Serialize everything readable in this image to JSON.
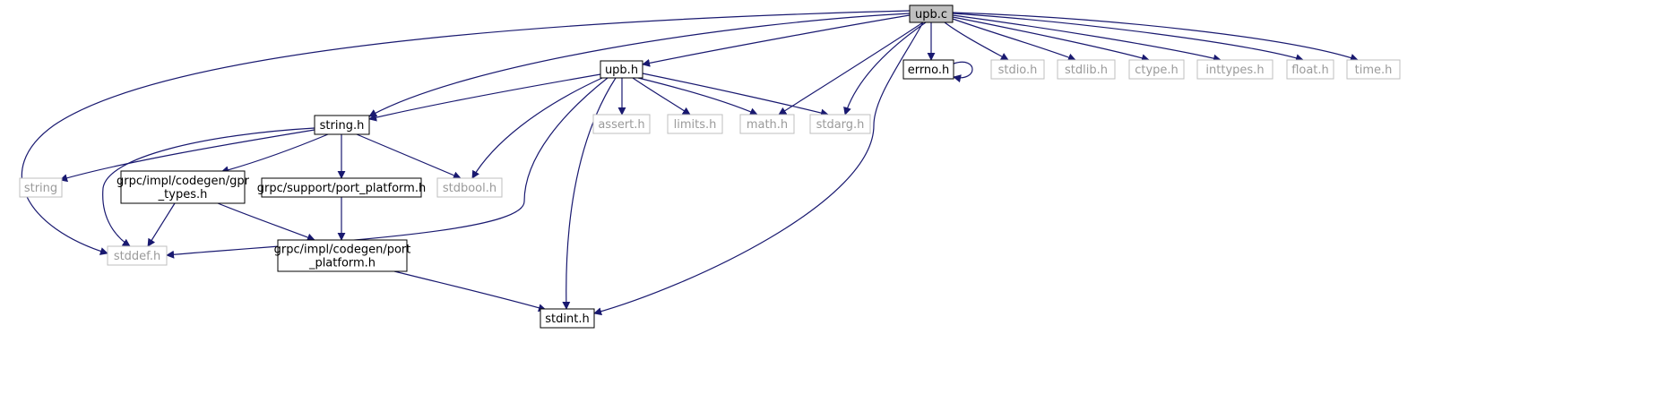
{
  "colors": {
    "edge": "#191970",
    "node_border": "#000000",
    "external_border": "#bfbfbf",
    "external_text": "#9a9a9a",
    "root_fill": "#bfbfbf",
    "background": "#ffffff"
  },
  "nodes": [
    {
      "id": "upb_c",
      "label": [
        "upb.c"
      ],
      "kind": "root"
    },
    {
      "id": "upb_h",
      "label": [
        "upb.h"
      ],
      "kind": "file"
    },
    {
      "id": "errno_h",
      "label": [
        "errno.h"
      ],
      "kind": "file"
    },
    {
      "id": "stdio_h",
      "label": [
        "stdio.h"
      ],
      "kind": "external"
    },
    {
      "id": "stdlib_h",
      "label": [
        "stdlib.h"
      ],
      "kind": "external"
    },
    {
      "id": "ctype_h",
      "label": [
        "ctype.h"
      ],
      "kind": "external"
    },
    {
      "id": "inttypes_h",
      "label": [
        "inttypes.h"
      ],
      "kind": "external"
    },
    {
      "id": "float_h",
      "label": [
        "float.h"
      ],
      "kind": "external"
    },
    {
      "id": "time_h",
      "label": [
        "time.h"
      ],
      "kind": "external"
    },
    {
      "id": "string_h",
      "label": [
        "string.h"
      ],
      "kind": "file"
    },
    {
      "id": "assert_h",
      "label": [
        "assert.h"
      ],
      "kind": "external"
    },
    {
      "id": "limits_h",
      "label": [
        "limits.h"
      ],
      "kind": "external"
    },
    {
      "id": "math_h",
      "label": [
        "math.h"
      ],
      "kind": "external"
    },
    {
      "id": "stdarg_h",
      "label": [
        "stdarg.h"
      ],
      "kind": "external"
    },
    {
      "id": "string",
      "label": [
        "string"
      ],
      "kind": "external"
    },
    {
      "id": "gpr_types_h",
      "label": [
        "grpc/impl/codegen/gpr",
        "_types.h"
      ],
      "kind": "file"
    },
    {
      "id": "support_port_platform_h",
      "label": [
        "grpc/support/port_platform.h"
      ],
      "kind": "file"
    },
    {
      "id": "stdbool_h",
      "label": [
        "stdbool.h"
      ],
      "kind": "external"
    },
    {
      "id": "stddef_h",
      "label": [
        "stddef.h"
      ],
      "kind": "external"
    },
    {
      "id": "codegen_port_platform_h",
      "label": [
        "grpc/impl/codegen/port",
        "_platform.h"
      ],
      "kind": "file"
    },
    {
      "id": "stdint_h",
      "label": [
        "stdint.h"
      ],
      "kind": "file"
    }
  ],
  "edges": [
    {
      "from": "upb_c",
      "to": "upb_h"
    },
    {
      "from": "upb_c",
      "to": "errno_h"
    },
    {
      "from": "upb_c",
      "to": "stdio_h"
    },
    {
      "from": "upb_c",
      "to": "stdlib_h"
    },
    {
      "from": "upb_c",
      "to": "ctype_h"
    },
    {
      "from": "upb_c",
      "to": "inttypes_h"
    },
    {
      "from": "upb_c",
      "to": "float_h"
    },
    {
      "from": "upb_c",
      "to": "time_h"
    },
    {
      "from": "upb_c",
      "to": "string_h"
    },
    {
      "from": "upb_c",
      "to": "math_h"
    },
    {
      "from": "upb_c",
      "to": "stdarg_h"
    },
    {
      "from": "upb_c",
      "to": "stddef_h"
    },
    {
      "from": "upb_c",
      "to": "stdint_h"
    },
    {
      "from": "errno_h",
      "to": "errno_h"
    },
    {
      "from": "upb_h",
      "to": "string_h"
    },
    {
      "from": "upb_h",
      "to": "assert_h"
    },
    {
      "from": "upb_h",
      "to": "limits_h"
    },
    {
      "from": "upb_h",
      "to": "math_h"
    },
    {
      "from": "upb_h",
      "to": "stdarg_h"
    },
    {
      "from": "upb_h",
      "to": "stdbool_h"
    },
    {
      "from": "upb_h",
      "to": "stddef_h"
    },
    {
      "from": "upb_h",
      "to": "stdint_h"
    },
    {
      "from": "string_h",
      "to": "string"
    },
    {
      "from": "string_h",
      "to": "gpr_types_h"
    },
    {
      "from": "string_h",
      "to": "support_port_platform_h"
    },
    {
      "from": "string_h",
      "to": "stdbool_h"
    },
    {
      "from": "string_h",
      "to": "stddef_h"
    },
    {
      "from": "gpr_types_h",
      "to": "stddef_h"
    },
    {
      "from": "gpr_types_h",
      "to": "codegen_port_platform_h"
    },
    {
      "from": "support_port_platform_h",
      "to": "codegen_port_platform_h"
    },
    {
      "from": "codegen_port_platform_h",
      "to": "stdint_h"
    }
  ]
}
